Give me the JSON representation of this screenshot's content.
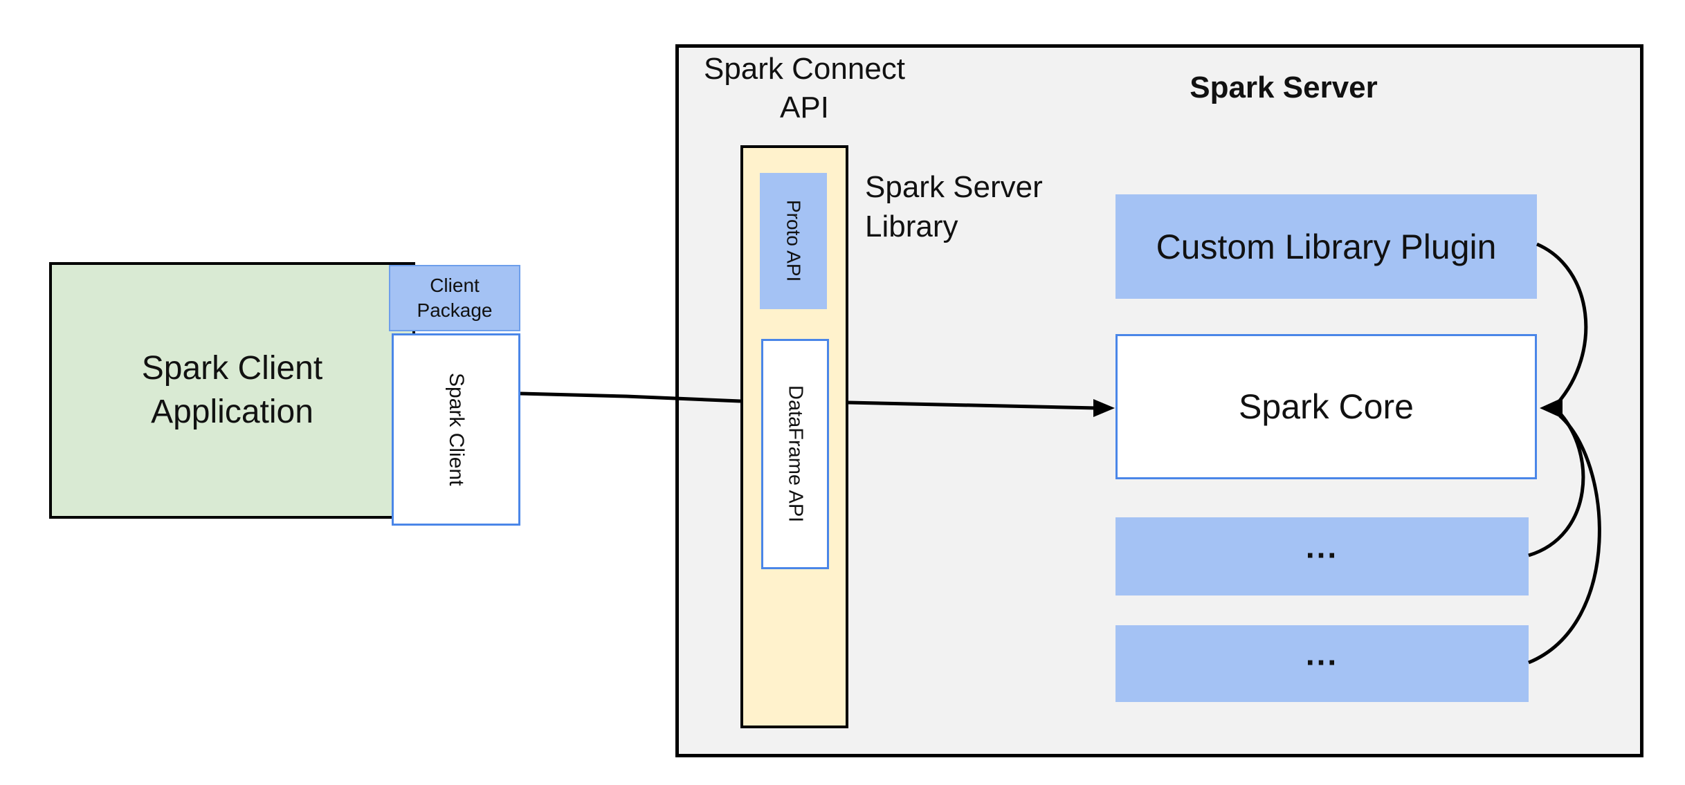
{
  "client": {
    "app_label_line1": "Spark Client",
    "app_label_line2": "Application",
    "package_label_line1": "Client",
    "package_label_line2": "Package",
    "client_box_label": "Spark Client"
  },
  "connect_api": {
    "title_line1": "Spark Connect",
    "title_line2": "API",
    "proto_label": "Proto API",
    "dataframe_label": "DataFrame API",
    "library_label_line1": "Spark Server",
    "library_label_line2": "Library"
  },
  "server": {
    "title": "Spark Server",
    "plugin_label": "Custom Library Plugin",
    "core_label": "Spark Core",
    "more_label_1": "...",
    "more_label_2": "..."
  },
  "colors": {
    "client_app_fill": "#d9ead3",
    "blue_fill": "#a4c2f4",
    "yellow_fill": "#fff2cc",
    "container_fill": "#f2f2f2",
    "box_border_blue": "#4a86e8",
    "package_border_blue": "#6d9eeb",
    "line_black": "#000000"
  }
}
